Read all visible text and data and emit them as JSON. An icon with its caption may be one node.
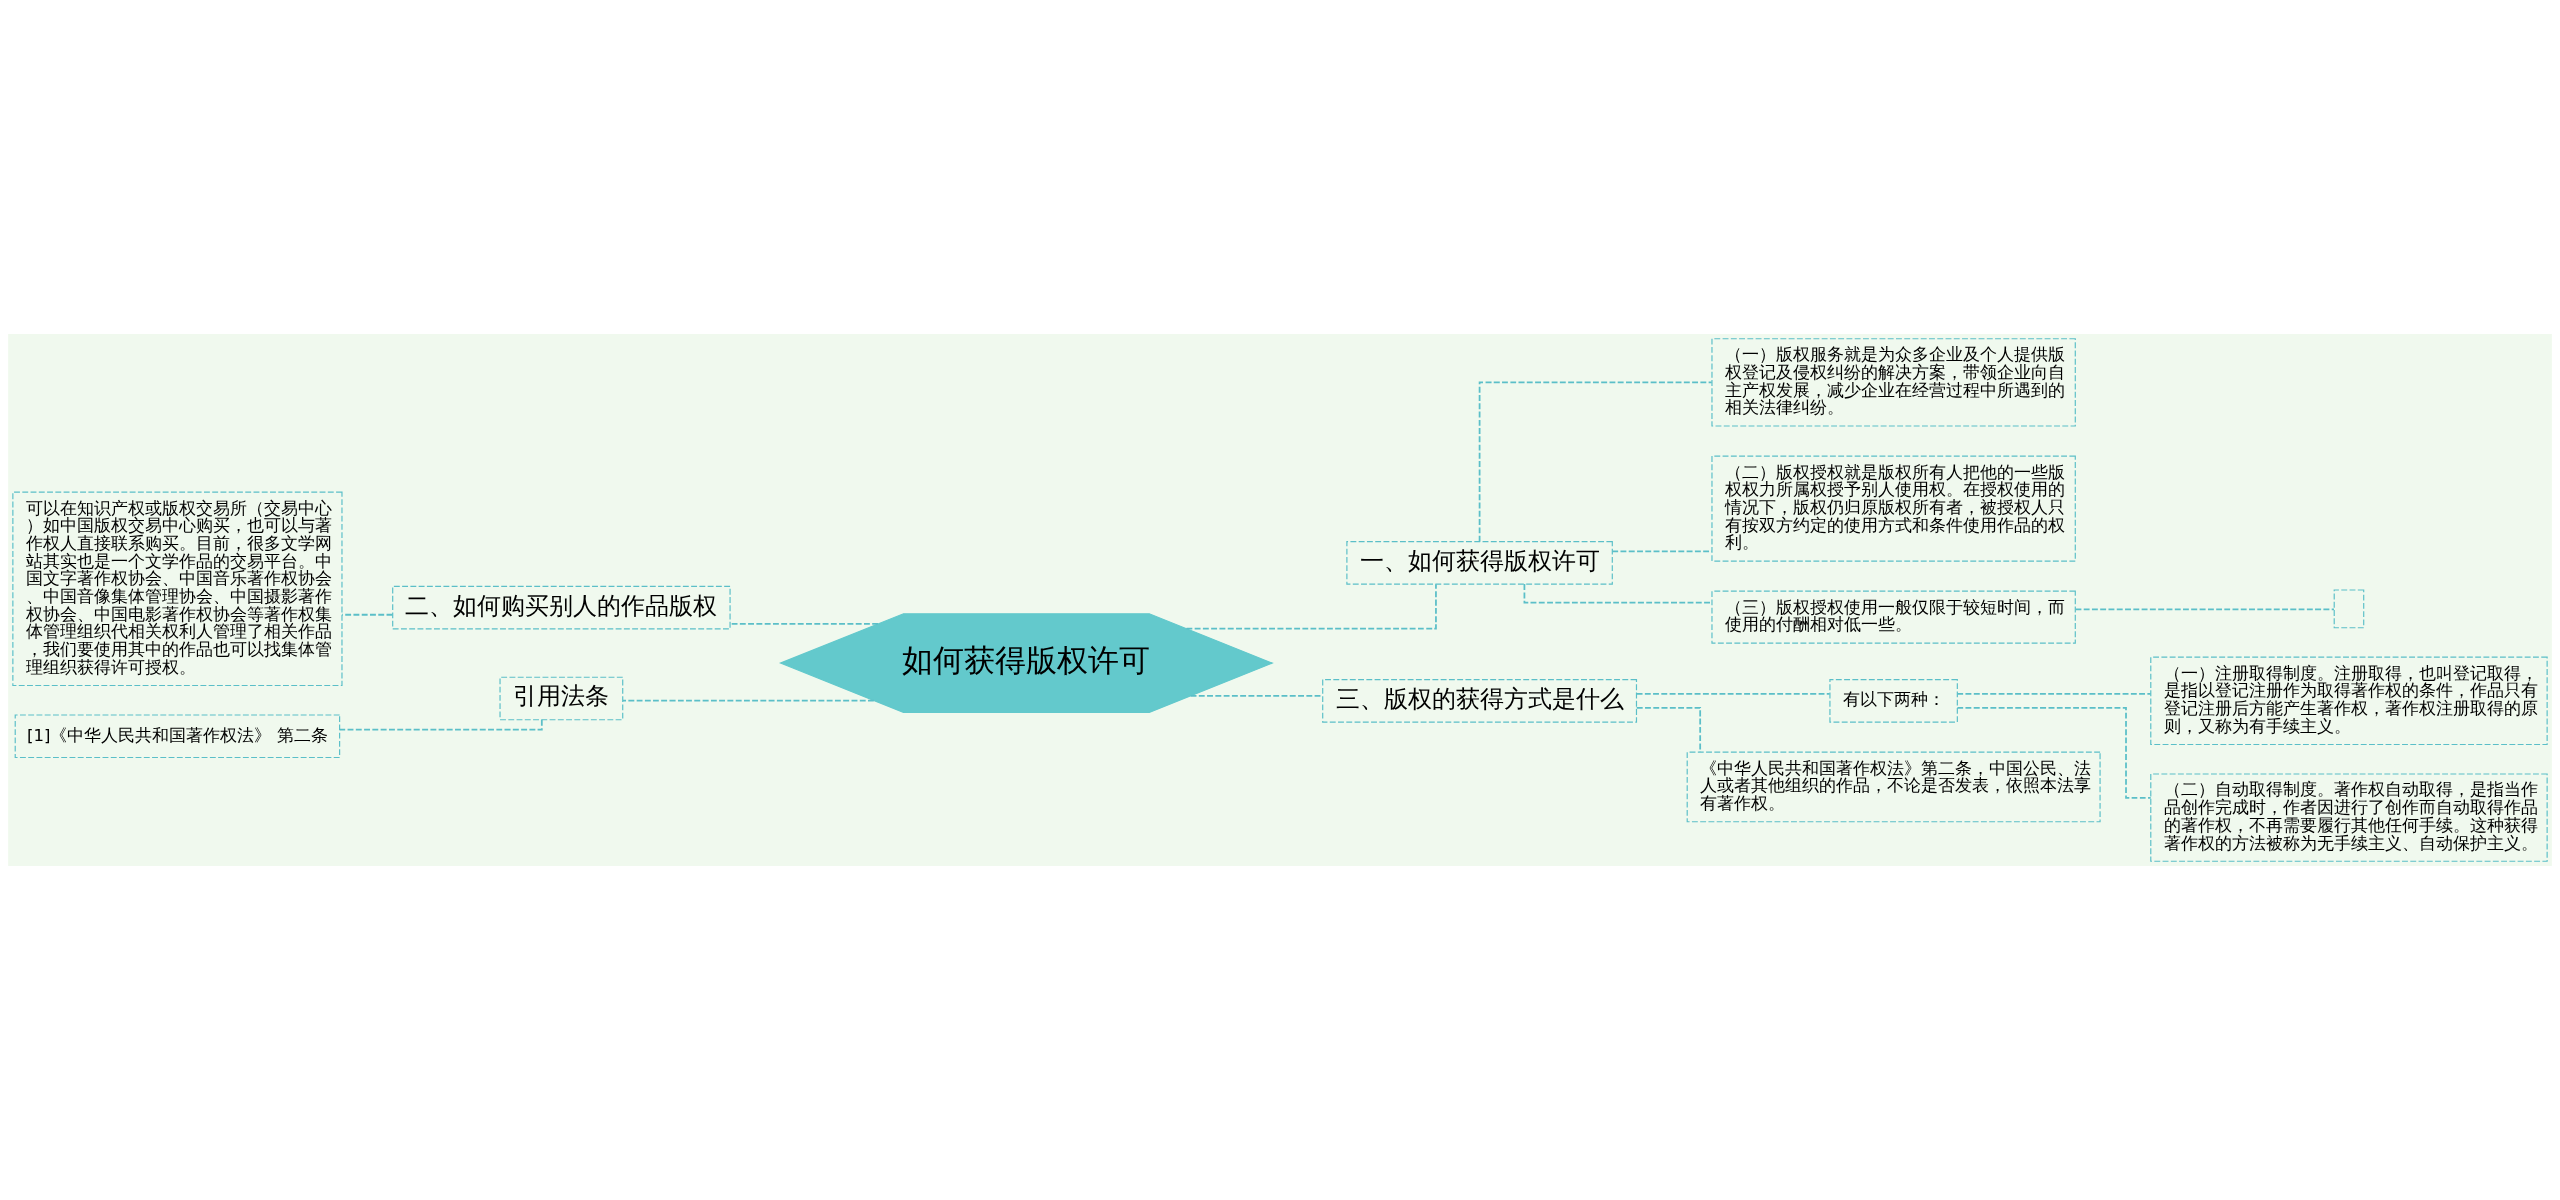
{
  "diagram": {
    "nodes": [
      {
        "text": [
          "如何获得版权许可"
        ]
      },
      {
        "text": [
          "一、如何获得版权许可"
        ]
      },
      {
        "text": [
          "（一）版权服务就是为众多企业及个人提供版权登记及侵权纠纷的解决方案，带领企业向自主产权发展，减少企业在经营过程中所遇到的相关法律纠纷。"
        ]
      },
      {
        "text": [
          "（二）版权授权就是版权所有人把他的一些版权权力所属权授予别人使用权。在授权使用的情况下，版权仍归原版权所有者，被授权人只有按双方约定的使用方式和条件使用作品的权利。"
        ]
      },
      {
        "text": [
          "（三）版权授权使用一般仅限于较短时间，而使用的付酬相对低一些。"
        ]
      },
      {
        "text": [],
        "shape": "box"
      },
      {
        "text": [
          "三、版权的获得方式是什么"
        ]
      },
      {
        "text": [
          "有以下两种："
        ]
      },
      {
        "text": [
          "（一）注册取得制度。注册取得，也叫登记取得，是指以登记注册作为取得著作权的条件，作品只有登记注册后方能产生著作权，著作权注册取得的原则，又称为有手续主义。"
        ]
      },
      {
        "text": [
          "（二）自动取得制度。著作权自动取得，是指当作品创作完成时，作者因进行了创作而自动取得作品的著作权，不再需要履行其他任何手续。这种获得著作权的方法被称为无手续主义、自动保护主义。"
        ]
      },
      {
        "text": [
          "《中华人民共和国著作权法》第二条，中国公民、法人或者其他组织的作品，不论是否发表，依照本法享有著作权。"
        ]
      },
      {
        "text": [
          "二、如何购买别人的作品版权"
        ]
      },
      {
        "text": [
          "可以在知识产权或版权交易所（交易中心）如中国版权交易中心购买，也可以与著作权人直接联系购买。目前，很多文学网站其实也是一个文学作品的交易平台。中国文字著作权协会、中国音乐著作权协会、中国音像集体管理协会、中国摄影著作权协会、中国电影著作权协会等著作权集体管理组织代相关权利人管理了相关作品，我们要使用其中的作品也可以找集体管理组织获得许可授权。"
        ]
      },
      {
        "text": [
          "引用法条"
        ]
      },
      {
        "text": [
          "[1]《中华人民共和国著作权法》 第二条"
        ]
      }
    ],
    "edges": [
      {
        "from": 0,
        "to": 1,
        "arrow": "none"
      },
      {
        "from": 1,
        "to": 2,
        "arrow": "none"
      },
      {
        "from": 1,
        "to": 3,
        "arrow": "none"
      },
      {
        "from": 1,
        "to": 4,
        "arrow": "none"
      },
      {
        "from": 4,
        "to": 5,
        "arrow": "none"
      },
      {
        "from": 0,
        "to": 6,
        "arrow": "none"
      },
      {
        "from": 6,
        "to": 7,
        "arrow": "none"
      },
      {
        "from": 7,
        "to": 8,
        "arrow": "none"
      },
      {
        "from": 7,
        "to": 9,
        "arrow": "none"
      },
      {
        "from": 6,
        "to": 10,
        "arrow": "none"
      },
      {
        "from": 0,
        "to": 11,
        "arrow": "none"
      },
      {
        "from": 11,
        "to": 12,
        "arrow": "none"
      },
      {
        "from": 0,
        "to": 13,
        "arrow": "none"
      },
      {
        "from": 13,
        "to": 14,
        "arrow": "none"
      }
    ]
  }
}
